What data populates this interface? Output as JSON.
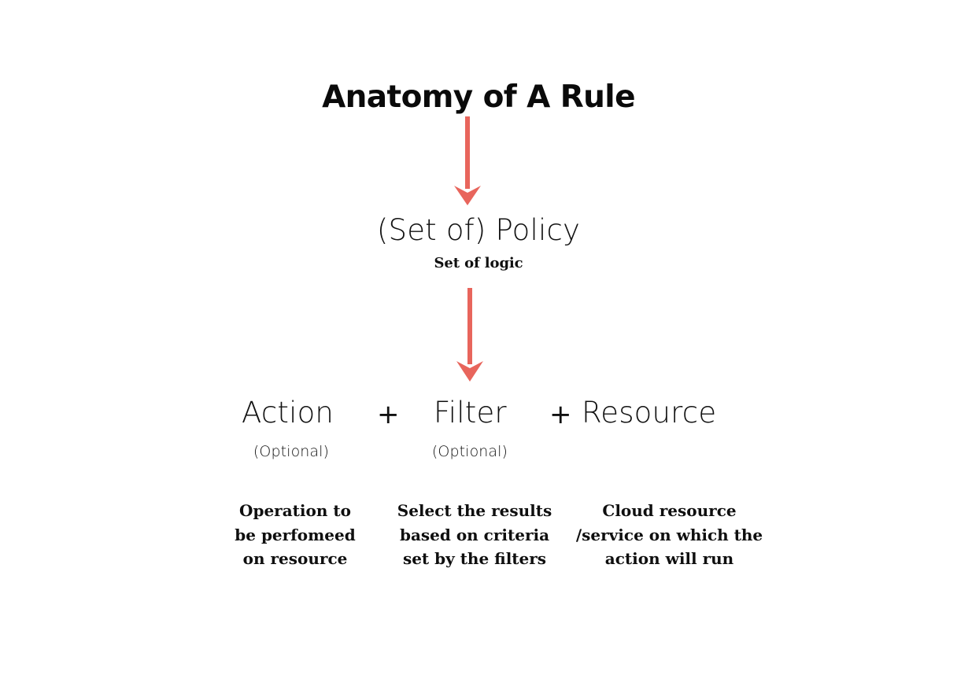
{
  "diagram": {
    "title": "Anatomy of A Rule",
    "accent_color": "#E8655C",
    "background_color": "#FFFFFF",
    "text_color": "#0D0D0D",
    "policy": {
      "heading": "(Set of) Policy",
      "subtitle": "Set of logic"
    },
    "operators": {
      "first": "+",
      "second": "+"
    },
    "components": [
      {
        "term": "Action",
        "optional_label": "(Optional)",
        "description": "Operation to\nbe perfomeed\non resource"
      },
      {
        "term": "Filter",
        "optional_label": "(Optional)",
        "description": "Select the results\nbased on criteria\nset by the filters"
      },
      {
        "term": "Resource",
        "optional_label": "",
        "description": "Cloud resource\n/service on which the\naction will run"
      }
    ],
    "arrows": [
      {
        "name": "title-to-policy",
        "from": "Anatomy of A Rule",
        "to": "(Set of) Policy"
      },
      {
        "name": "policy-to-components",
        "from": "(Set of) Policy",
        "to": "Action + Filter + Resource"
      }
    ]
  }
}
